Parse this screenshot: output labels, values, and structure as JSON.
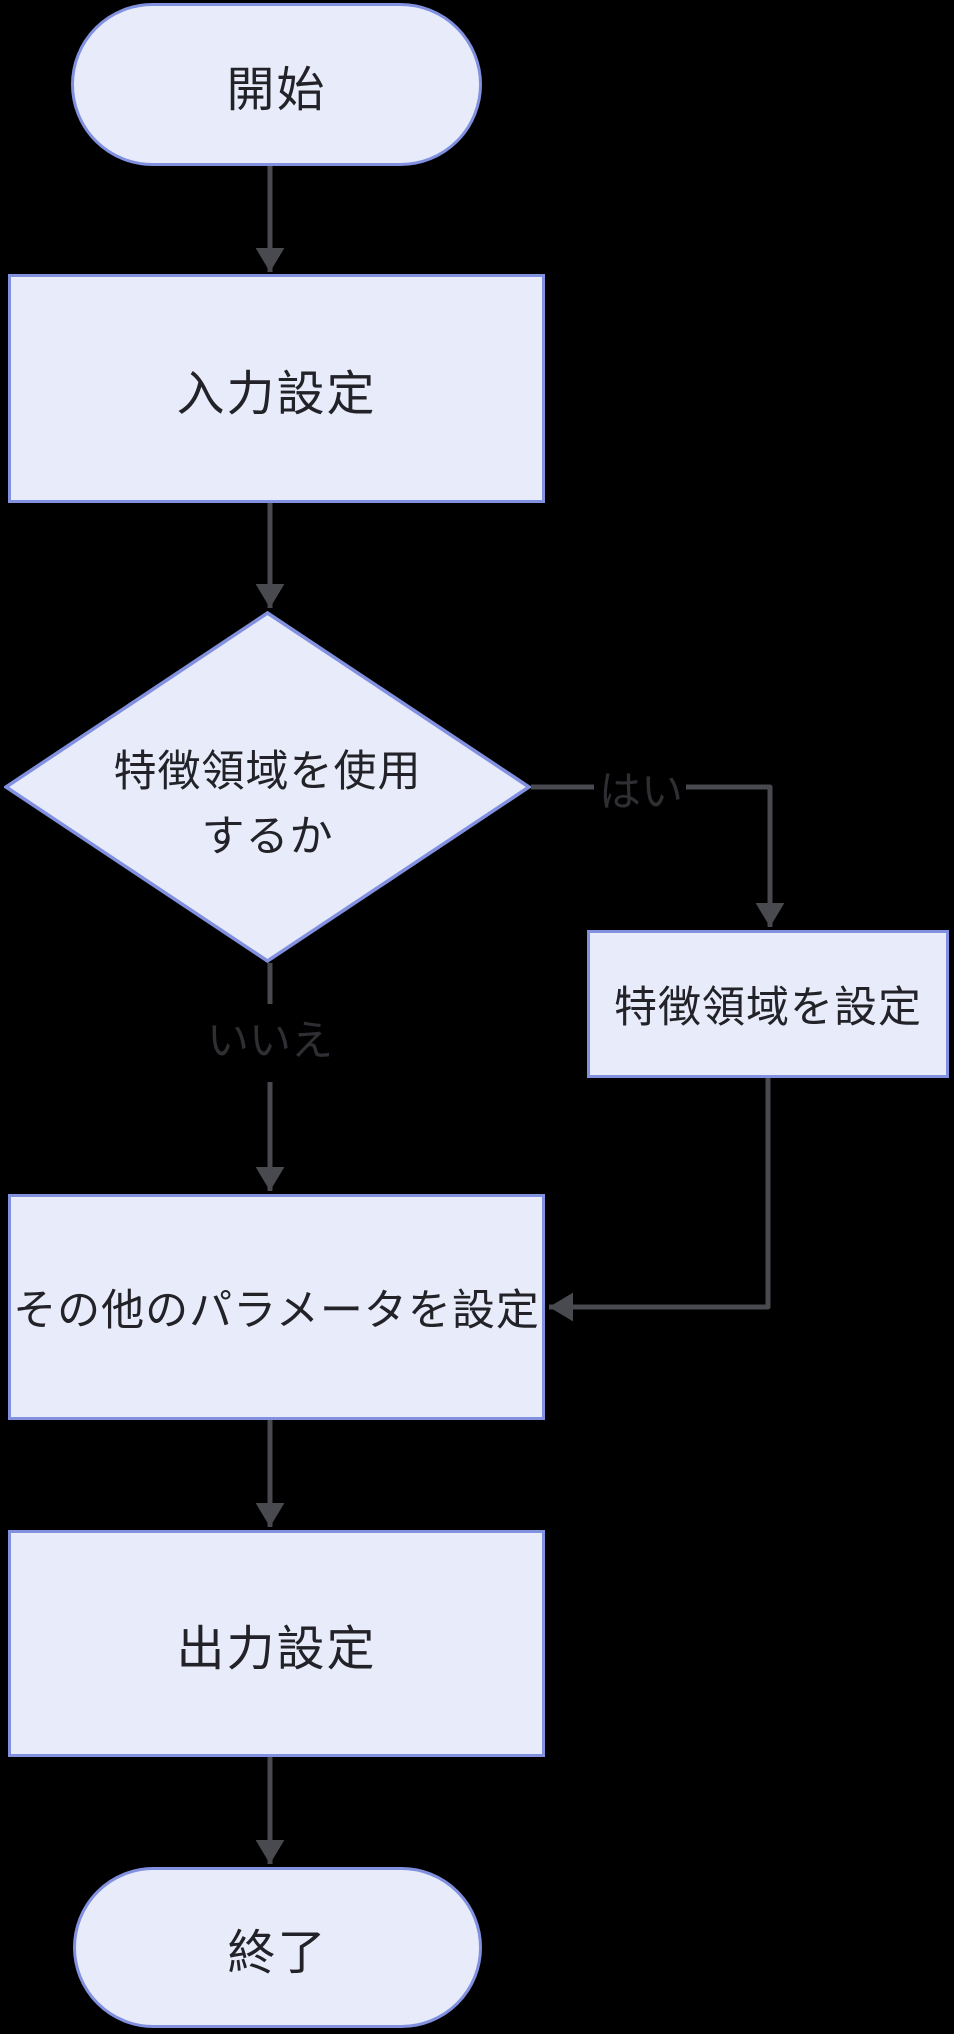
{
  "diagram": {
    "type": "flowchart",
    "background_color": "#000000",
    "node_fill_color": "#e8ecfa",
    "node_border_color": "#8190df",
    "node_text_color": "#222228",
    "edge_color": "#494950",
    "edge_label_color": "#2e2e33",
    "nodes": {
      "start": {
        "shape": "stadium",
        "label": "開始"
      },
      "input": {
        "shape": "rectangle",
        "label": "入力設定"
      },
      "decision": {
        "shape": "diamond",
        "label_line1": "特徴領域を使用",
        "label_line2": "するか"
      },
      "feature": {
        "shape": "rectangle",
        "label": "特徴領域を設定"
      },
      "params": {
        "shape": "rectangle",
        "label": "その他のパラメータを設定"
      },
      "output": {
        "shape": "rectangle",
        "label": "出力設定"
      },
      "end": {
        "shape": "stadium",
        "label": "終了"
      }
    },
    "edges": {
      "start_to_input": {
        "label": ""
      },
      "input_to_decision": {
        "label": ""
      },
      "decision_to_feature": {
        "label": "はい"
      },
      "decision_to_params": {
        "label": "いいえ"
      },
      "feature_to_params": {
        "label": ""
      },
      "params_to_output": {
        "label": ""
      },
      "output_to_end": {
        "label": ""
      }
    }
  }
}
